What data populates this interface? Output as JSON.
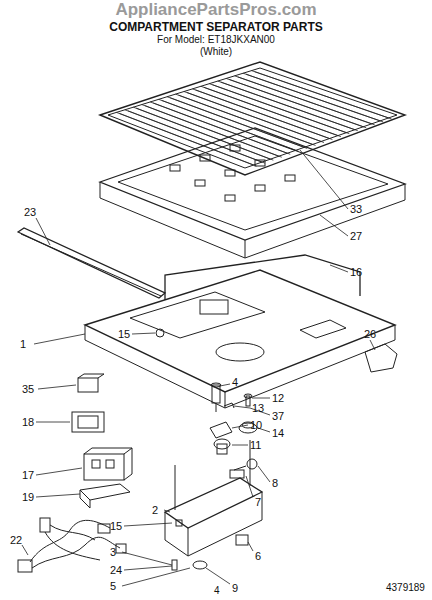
{
  "diagram": {
    "title": "COMPARTMENT SEPARATOR PARTS",
    "labels": [
      "AppliancePartsPros.com",
      "For Model: ET18JKXAN00",
      "(White)",
      "33",
      "27",
      "23",
      "16",
      "1",
      "15",
      "26",
      "35",
      "4",
      "12",
      "13",
      "37",
      "10",
      "18",
      "14",
      "11",
      "17",
      "8",
      "7",
      "19",
      "22",
      "2",
      "15",
      "3",
      "6",
      "24",
      "5",
      "9",
      "4",
      "4379189"
    ]
  }
}
